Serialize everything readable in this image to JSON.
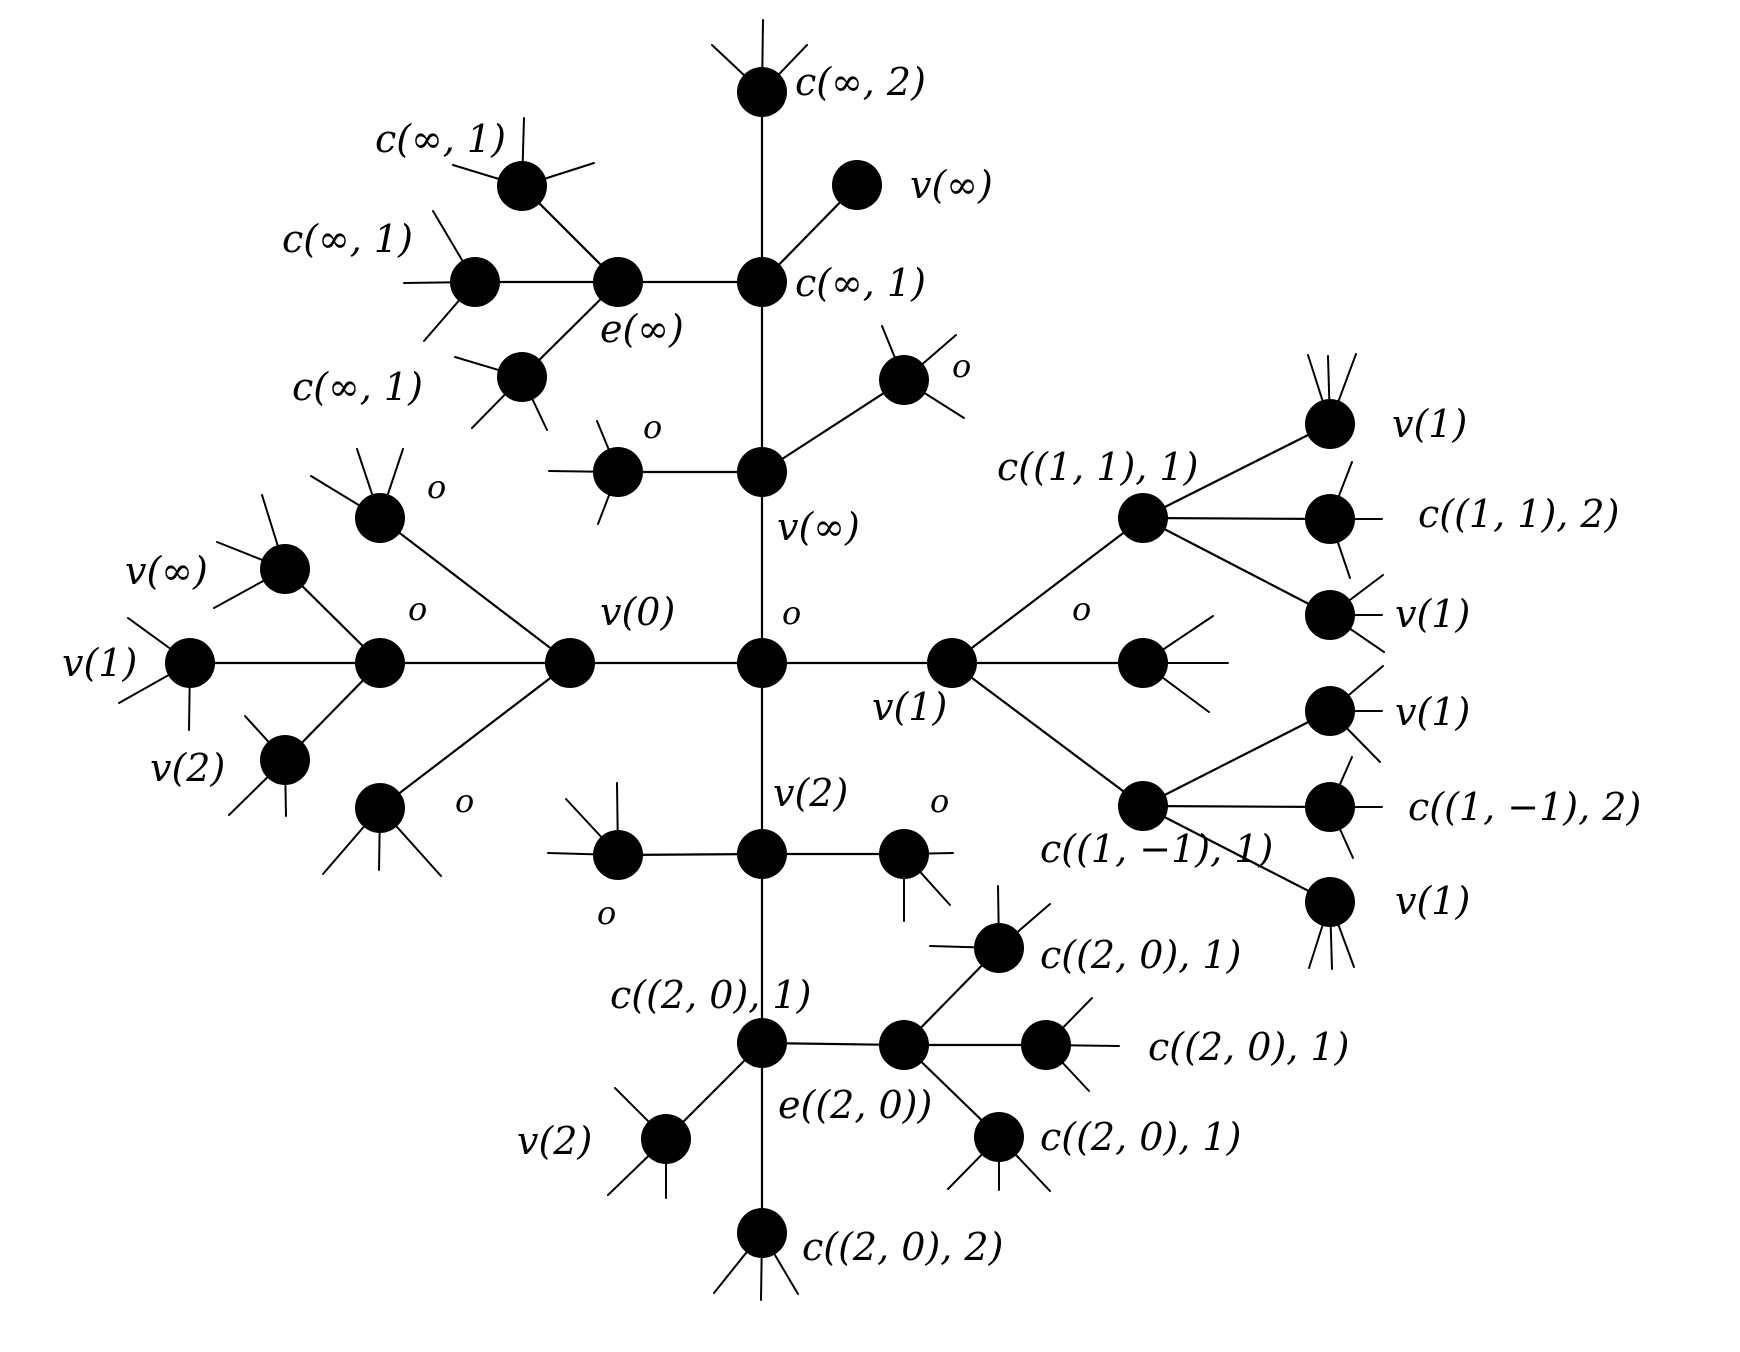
{
  "labels": {
    "c_inf_2": "c(∞, 2)",
    "v_inf_top": "v(∞)",
    "c_inf_1_a": "c(∞, 1)",
    "c_inf_1_b": "c(∞, 1)",
    "c_inf_1_c": "c(∞, 1)",
    "c_inf_1_d": "c(∞, 1)",
    "e_inf": "e(∞)",
    "o_1": "o",
    "o_2": "o",
    "v_inf_center": "v(∞)",
    "o_3": "o",
    "v_inf_left": "v(∞)",
    "o_4": "o",
    "v0": "v(0)",
    "o_5": "o",
    "v1_left": "v(1)",
    "v2_left": "v(2)",
    "o_6": "o",
    "v1_center": "v(1)",
    "o_7": "o",
    "v2_center": "v(2)",
    "o_8": "o",
    "o_9": "o",
    "c_11_1": "c((1, 1), 1)",
    "v1_r1": "v(1)",
    "c_11_2": "c((1, 1), 2)",
    "v1_r2": "v(1)",
    "v1_r3": "v(1)",
    "c_1m1_2": "c((1, −1), 2)",
    "c_1m1_1": "c((1, −1), 1)",
    "v1_r4": "v(1)",
    "c_20_1_a": "c((2, 0), 1)",
    "c_20_1_b": "c((2, 0), 1)",
    "c_20_1_c": "c((2, 0), 1)",
    "c_20_1_d": "c((2, 0), 1)",
    "e_20": "e((2, 0))",
    "v2_bottom": "v(2)",
    "c_20_2": "c((2, 0), 2)"
  }
}
